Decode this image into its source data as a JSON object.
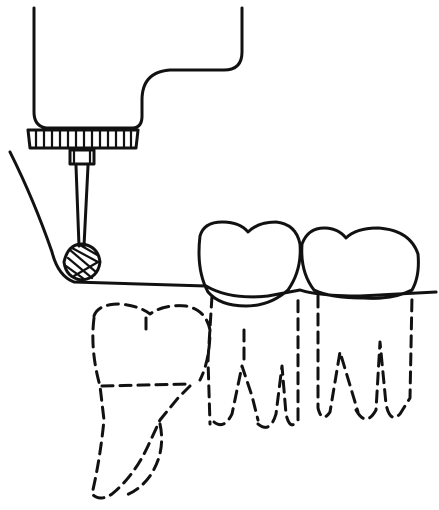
{
  "illustration": {
    "parts": [
      "dental-handpiece",
      "round-bur",
      "gingiva-line",
      "erupted-molar-1",
      "erupted-molar-2",
      "impacted-tooth-outline",
      "hidden-root-outlines"
    ]
  },
  "colors": {
    "ink": "#111111",
    "background": "#ffffff"
  }
}
